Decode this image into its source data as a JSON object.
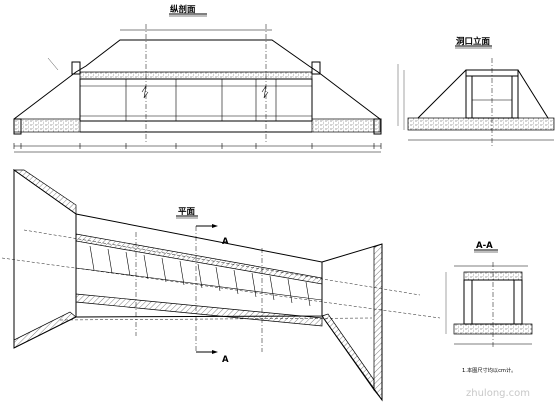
{
  "views": {
    "longitudinal_title": "纵剖面",
    "portal_title": "洞口立面",
    "plan_title": "平面",
    "section_title": "A-A"
  },
  "markers": {
    "section_a_top": "A",
    "section_a_bottom": "A"
  },
  "notes": {
    "note_1": "1.本图尺寸均以cm计。"
  },
  "watermark": "zhulong.com"
}
